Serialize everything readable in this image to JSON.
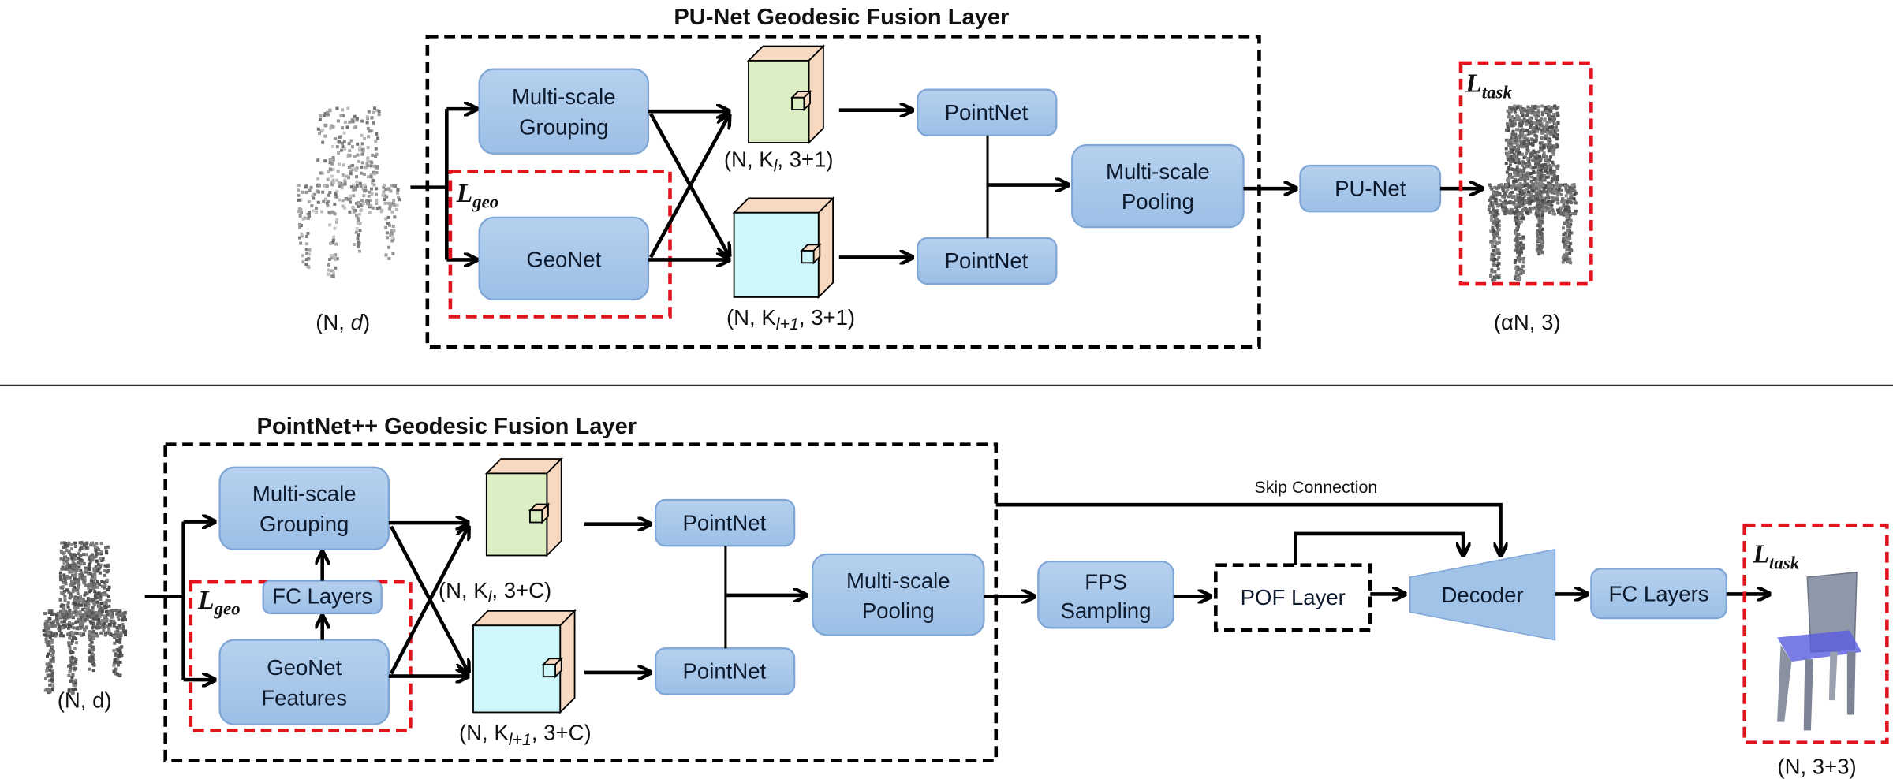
{
  "top": {
    "title": "PU-Net Geodesic Fusion Layer",
    "input_dim": {
      "pre": "(N, ",
      "ital": "d",
      "post": ")"
    },
    "grouping": [
      "Multi-scale",
      "Grouping"
    ],
    "geonet": "GeoNet",
    "loss_geo": {
      "main": "L",
      "sub": "geo"
    },
    "cube1_dim": {
      "pre": "(N, K",
      "sub": "l",
      "post": ", 3+1)"
    },
    "cube2_dim": {
      "pre": "(N, K",
      "sub": "l+1",
      "post": ", 3+1)"
    },
    "pointnet_1": "PointNet",
    "pointnet_2": "PointNet",
    "pooling": [
      "Multi-scale",
      "Pooling"
    ],
    "punet": "PU-Net",
    "loss_task": {
      "main": "L",
      "sub": "task"
    },
    "output_dim": "(αN, 3)"
  },
  "bottom": {
    "title": "PointNet++ Geodesic Fusion Layer",
    "input_dim": "(N, d)",
    "grouping": [
      "Multi-scale",
      "Grouping"
    ],
    "fc_inner": "FC Layers",
    "geonet": [
      "GeoNet",
      "Features"
    ],
    "loss_geo": {
      "main": "L",
      "sub": "geo"
    },
    "cube1_dim": {
      "pre": "(N, K",
      "sub": "l",
      "post": ", 3+C)"
    },
    "cube2_dim": {
      "pre": "(N, K",
      "sub": "l+1",
      "post": ", 3+C)"
    },
    "pointnet_1": "PointNet",
    "pointnet_2": "PointNet",
    "pooling": [
      "Multi-scale",
      "Pooling"
    ],
    "skip_label": "Skip Connection",
    "fps": [
      "FPS",
      "Sampling"
    ],
    "pof": "POF Layer",
    "decoder": "Decoder",
    "fc_out": "FC Layers",
    "loss_task": {
      "main": "L",
      "sub": "task"
    },
    "output_dim": "(N, 3+3)"
  },
  "colors": {
    "box_fill": "#a9c8ea",
    "box_border": "#7fa6d6",
    "loss_border": "#e0141e",
    "cube_green": "#dcefc4",
    "cube_cyan": "#cdf7fb",
    "cube_peach": "#f6d9c0"
  }
}
